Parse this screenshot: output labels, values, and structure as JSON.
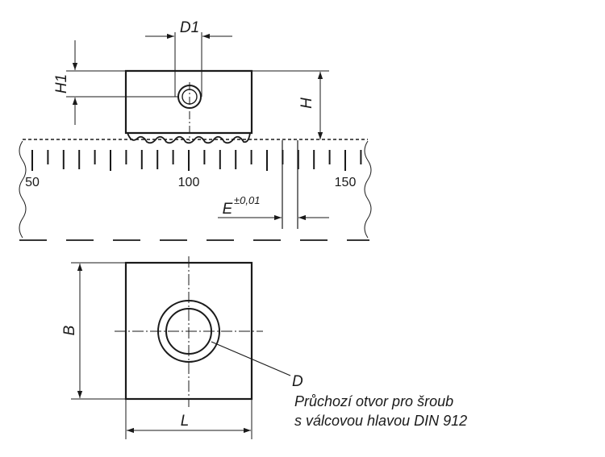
{
  "top_view": {
    "dim_d1": "D1",
    "dim_h1": "H1",
    "dim_h": "H",
    "dim_e": "E",
    "dim_e_tol": "±0,01",
    "scale_ticks": [
      "50",
      "100",
      "150"
    ]
  },
  "bottom_view": {
    "dim_b": "B",
    "dim_l": "L",
    "callout_label": "D",
    "callout_note_line1": "Průchozí otvor pro šroub",
    "callout_note_line2": "s válcovou hlavou DIN 912"
  },
  "colors": {
    "line": "#1a1a1a",
    "background": "#ffffff"
  }
}
